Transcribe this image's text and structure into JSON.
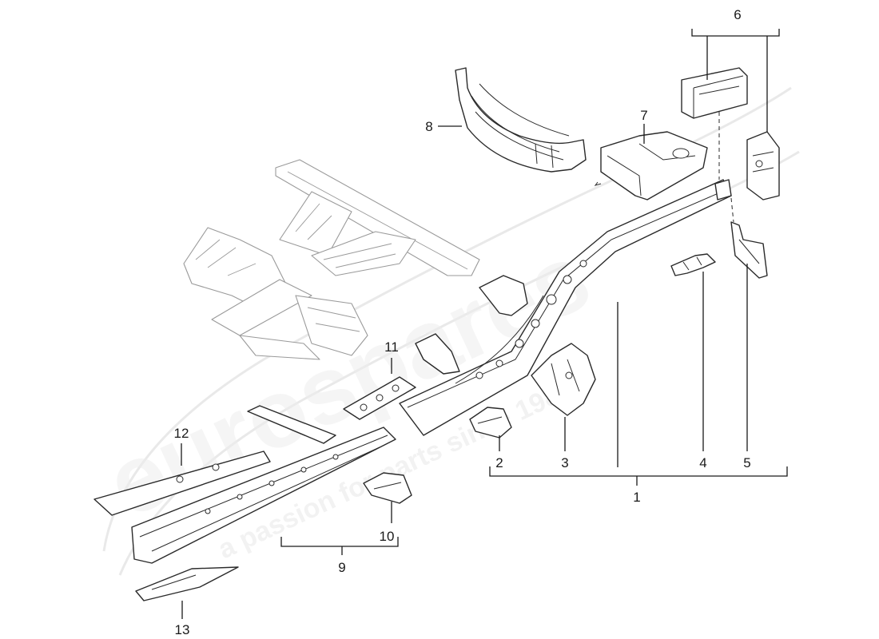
{
  "diagram": {
    "callouts": [
      {
        "id": "c1",
        "label": "1"
      },
      {
        "id": "c2",
        "label": "2"
      },
      {
        "id": "c3",
        "label": "3"
      },
      {
        "id": "c4",
        "label": "4"
      },
      {
        "id": "c5",
        "label": "5"
      },
      {
        "id": "c6",
        "label": "6"
      },
      {
        "id": "c7",
        "label": "7"
      },
      {
        "id": "c8",
        "label": "8"
      },
      {
        "id": "c9",
        "label": "9"
      },
      {
        "id": "c10",
        "label": "10"
      },
      {
        "id": "c11",
        "label": "11"
      },
      {
        "id": "c12",
        "label": "12"
      },
      {
        "id": "c13",
        "label": "13"
      }
    ],
    "watermark": {
      "brand": "eurospares",
      "tagline": "a passion for parts since 1985"
    }
  }
}
